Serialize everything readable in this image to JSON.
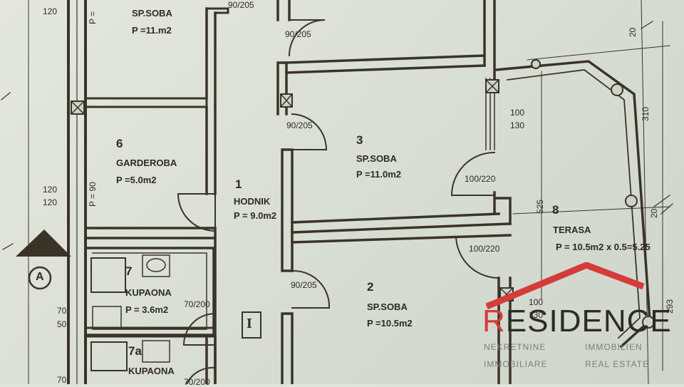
{
  "rooms": {
    "top_bedroom": {
      "name": "SP.SOBA",
      "area": "P =11.m2"
    },
    "r6": {
      "number": "6",
      "name": "GARDEROBA",
      "area": "P =5.0m2"
    },
    "r1": {
      "number": "1",
      "name": "HODNIK",
      "area": "P = 9.0m2"
    },
    "r3": {
      "number": "3",
      "name": "SP.SOBA",
      "area": "P =11.0m2"
    },
    "r2": {
      "number": "2",
      "name": "SP.SOBA",
      "area": "P =10.5m2"
    },
    "r7": {
      "number": "7",
      "name": "KUPAONA",
      "area": "P = 3.6m2"
    },
    "r7a": {
      "number": "7a",
      "name": "KUPAONA"
    },
    "r8": {
      "number": "8",
      "name": "TERASA",
      "area": "P = 10.5m2 x 0.5=5.25"
    }
  },
  "door_labels": {
    "top": "90/205",
    "top_right": "90/205",
    "mid": "90/205",
    "lower": "90/205",
    "bath": "70/200",
    "bath_lower": "70/200",
    "balcony_upper": "100/220",
    "balcony_lower": "100/220"
  },
  "window_labels": {
    "left_top_a": "120",
    "left_top_b": "P =",
    "left_mid_a": "120",
    "left_mid_b": "120",
    "left_mid_vert": "P = 90",
    "left_bot_a": "70",
    "left_bot_b": "50",
    "left_bot_c": "70",
    "right_a_top": "100",
    "right_a_bot": "130",
    "right_b_top": "100",
    "right_b_bot": "130"
  },
  "dimensions": {
    "d310": "310",
    "d525": "525",
    "d293": "293",
    "d20a": "20",
    "d20b": "20"
  },
  "markers": {
    "section": "A",
    "roman": "I"
  },
  "logo": {
    "name_first": "R",
    "name_rest": "ESIDENCE",
    "sub1_left": "NEKRETNINE",
    "sub1_right": "IMMOBILIEN",
    "sub2_left": "IMMOBILIARE",
    "sub2_right": "REAL ESTATE"
  },
  "colors": {
    "wall": "#3a3428",
    "paper": "#dfe3da",
    "logo_red": "#d63b3b",
    "logo_dark": "#2e2a26"
  }
}
